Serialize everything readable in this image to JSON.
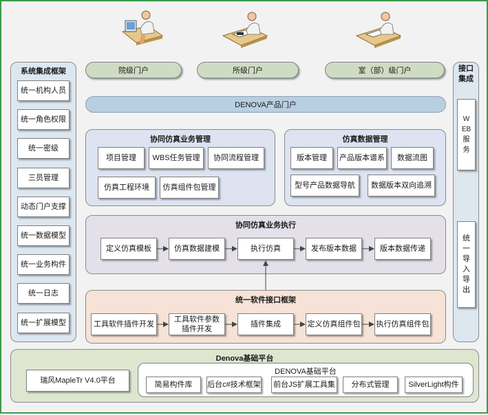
{
  "portals": {
    "hospital": "院级门户",
    "institute": "所级门户",
    "department": "室（部）级门户",
    "product": "DENOVA产品门户"
  },
  "system_framework": {
    "title": "系统集成框架",
    "items": [
      "统一机构人员",
      "统一角色权限",
      "统一密级",
      "三员管理",
      "动态门户支撑",
      "统一数据模型",
      "统一业务构件",
      "统一日志",
      "统一扩展模型"
    ]
  },
  "interface_integration": {
    "title": "接口集成",
    "web_service": "WEB服务",
    "import_export": "统一导入导出"
  },
  "collab_business": {
    "title": "协同仿真业务管理",
    "items": [
      "项目管理",
      "WBS任务管理",
      "协同流程管理",
      "仿真工程环境",
      "仿真组件包管理"
    ]
  },
  "sim_data": {
    "title": "仿真数据管理",
    "items": [
      "版本管理",
      "产品版本谱系",
      "数据流图",
      "型号产品数据导航",
      "数据版本双向追溯"
    ]
  },
  "collab_exec": {
    "title": "协同仿真业务执行",
    "items": [
      "定义仿真模板",
      "仿真数据建模",
      "执行仿真",
      "发布版本数据",
      "版本数据传递"
    ]
  },
  "software_interface": {
    "title": "统一软件接口框架",
    "items": [
      "工具软件插件开发",
      "工具软件参数插件开发",
      "插件集成",
      "定义仿真组件包",
      "执行仿真组件包"
    ]
  },
  "base_platform": {
    "title": "Denova基础平台",
    "maple": "瑞风MapleTr V4.0平台",
    "inner_title": "DENOVA基础平台",
    "items": [
      "简易构件库",
      "后台c#技术框架",
      "前台JS扩展工具集",
      "分布式管理",
      "SilverLight构件"
    ]
  },
  "colors": {
    "frame_border": "#3a9a4a",
    "portal_fill": "#cfdcc4",
    "product_fill": "#b8cfe2",
    "panel_blue_fill": "#dde3f0",
    "panel_exec_fill": "#e3e0ea",
    "panel_peach_fill": "#f6e2d6",
    "base_fill": "#dfe6d0"
  },
  "icons": [
    "user-at-desk-icon"
  ]
}
